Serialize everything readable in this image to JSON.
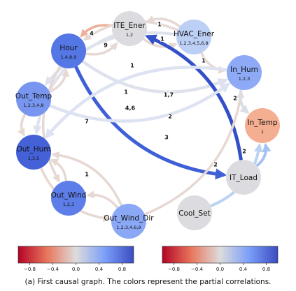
{
  "nodes": [
    {
      "id": "ITE_Ener",
      "name": "ITE_Ener",
      "lags": "1,2",
      "color": "#dcdce0"
    },
    {
      "id": "HVAC_Ener",
      "name": "HVAC_Ener",
      "lags": "1,2,3,4,5,6,8",
      "color": "#bcd0f6"
    },
    {
      "id": "Hour",
      "name": "Hour",
      "lags": "1,4,8,9",
      "color": "#5577e6"
    },
    {
      "id": "In_Hum",
      "name": "In_Hum",
      "lags": "1,2,3",
      "color": "#8eaaf7"
    },
    {
      "id": "Out_Temp",
      "name": "Out_Temp",
      "lags": "1,2,3,4,8",
      "color": "#7896f0"
    },
    {
      "id": "In_Temp",
      "name": "In_Temp",
      "lags": "1",
      "color": "#f4ae92"
    },
    {
      "id": "Out_Hum",
      "name": "Out_Hum",
      "lags": "1,3,5",
      "color": "#4561d8"
    },
    {
      "id": "IT_Load",
      "name": "IT_Load",
      "lags": "",
      "color": "#dcdce0"
    },
    {
      "id": "Out_Wind",
      "name": "Out_Wind",
      "lags": "1,2,3",
      "color": "#5d7ee9"
    },
    {
      "id": "Cool_Set",
      "name": "Cool_Set",
      "lags": "",
      "color": "#dcdce0"
    },
    {
      "id": "Out_Wind_Dir",
      "name": "Out_Wind_Dir",
      "lags": "1,2,3,4,6,9",
      "color": "#8aa8f6"
    }
  ],
  "edges": [
    {
      "from": "Hour",
      "to": "ITE_Ener",
      "label": "4",
      "color": "#e6d8d2",
      "width": 3.5
    },
    {
      "from": "ITE_Ener",
      "to": "Hour",
      "label": "9",
      "color": "#eeb09a",
      "width": 3.5
    },
    {
      "from": "ITE_Ener",
      "to": "HVAC_Ener",
      "label": "1",
      "color": "#e6d8d2",
      "width": 3.5
    },
    {
      "from": "HVAC_Ener",
      "to": "ITE_Ener",
      "label": "1",
      "color": "#e6d8d2",
      "width": 3.5
    },
    {
      "from": "HVAC_Ener",
      "to": "Hour",
      "label": "",
      "color": "#e6d8d2",
      "width": 3.5
    },
    {
      "from": "HVAC_Ener",
      "to": "In_Hum",
      "label": "1",
      "color": "#e6d8d2",
      "width": 3.5
    },
    {
      "from": "Hour",
      "to": "In_Hum",
      "label": "1",
      "color": "#dfe2ec",
      "width": 4.5
    },
    {
      "from": "Hour",
      "to": "IT_Load",
      "label": "1,7",
      "color": "#3f5fd6",
      "width": 5
    },
    {
      "from": "IT_Load",
      "to": "ITE_Ener",
      "label": "2",
      "color": "#3350c8",
      "width": 5
    },
    {
      "from": "Out_Temp",
      "to": "In_Hum",
      "label": "",
      "color": "#dde3f2",
      "width": 4.5
    },
    {
      "from": "Out_Temp",
      "to": "Hour",
      "label": "",
      "color": "#e6d8d2",
      "width": 3.5
    },
    {
      "from": "Out_Temp",
      "to": "Out_Hum",
      "label": "",
      "color": "#e6d8d2",
      "width": 3.5
    },
    {
      "from": "HVAC_Ener",
      "to": "Out_Temp",
      "label": "1",
      "color": "#dfe2ec",
      "width": 4
    },
    {
      "from": "In_Hum",
      "to": "Out_Hum",
      "label": "",
      "color": "#dde3f2",
      "width": 4.5
    },
    {
      "from": "ITE_Ener",
      "to": "Out_Hum",
      "label": "4,6",
      "color": "#dfe2ec",
      "width": 4
    },
    {
      "from": "Hour",
      "to": "Out_Wind",
      "label": "7",
      "color": "#e6d8d2",
      "width": 3.5
    },
    {
      "from": "Out_Wind",
      "to": "Out_Hum",
      "label": "",
      "color": "#e6d8d2",
      "width": 3.5
    },
    {
      "from": "Out_Hum",
      "to": "Out_Wind_Dir",
      "label": "1",
      "color": "#e6d8d2",
      "width": 3.5
    },
    {
      "from": "Out_Wind_Dir",
      "to": "Out_Hum",
      "label": "",
      "color": "#e6d8d2",
      "width": 3.5
    },
    {
      "from": "Out_Wind_Dir",
      "to": "Out_Wind",
      "label": "",
      "color": "#e6d8d2",
      "width": 3.5
    },
    {
      "from": "Out_Wind_Dir",
      "to": "In_Hum",
      "label": "3",
      "color": "#e6d8d2",
      "width": 3.5
    },
    {
      "from": "In_Hum",
      "to": "In_Temp",
      "label": "2",
      "color": "#dcdce6",
      "width": 4
    },
    {
      "from": "IT_Load",
      "to": "In_Temp",
      "label": "2",
      "color": "#a6c2f2",
      "width": 4
    },
    {
      "from": "Cool_Set",
      "to": "In_Temp",
      "label": "2",
      "color": "#bcd2f2",
      "width": 4
    }
  ],
  "colorbars": [
    {
      "ticks": [
        "−0.8",
        "−0.4",
        "0.0",
        "0.4",
        "0.8"
      ],
      "colors": [
        "#b40426",
        "#e8765c",
        "#dddcdc",
        "#7b9ff9",
        "#3b4cc0"
      ]
    },
    {
      "ticks": [
        "−0.8",
        "−0.4",
        "0.0",
        "0.4",
        "0.8"
      ],
      "colors": [
        "#b40426",
        "#e8765c",
        "#dddcdc",
        "#7b9ff9",
        "#3b4cc0"
      ]
    }
  ],
  "caption": "(a) First causal graph. The colors represent the partial correlations."
}
